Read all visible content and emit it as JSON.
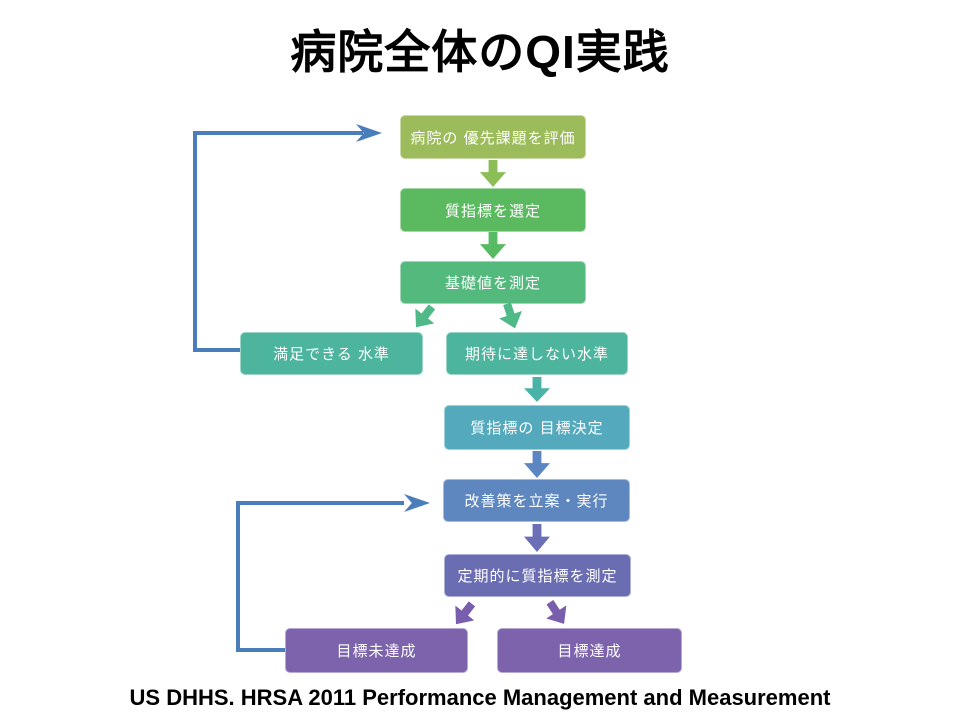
{
  "title": "病院全体のQI実践",
  "citation": "US DHHS. HRSA 2011 Performance Management and Measurement",
  "flowchart": {
    "nodes": [
      {
        "label": "病院の 優先課題を評価",
        "color": "#9CBC5C"
      },
      {
        "label": "質指標を選定",
        "color": "#5BBA5F"
      },
      {
        "label": "基礎値を測定",
        "color": "#53B97D"
      },
      {
        "label": "満足できる 水準",
        "color": "#4DB59D"
      },
      {
        "label": "期待に達しない水準",
        "color": "#4DB59D"
      },
      {
        "label": "質指標の 目標決定",
        "color": "#54A9BD"
      },
      {
        "label": "改善策を立案・実行",
        "color": "#5E86BF"
      },
      {
        "label": "定期的に質指標を測定",
        "color": "#6B6DB3"
      },
      {
        "label": "目標未達成",
        "color": "#7C63AC"
      },
      {
        "label": "目標達成",
        "color": "#7C63AC"
      }
    ],
    "connectors": [
      {
        "from": "病院の 優先課題を評価",
        "to": "質指標を選定",
        "direction": "down",
        "color": "#8BBE56"
      },
      {
        "from": "質指標を選定",
        "to": "基礎値を測定",
        "direction": "down",
        "color": "#57BB63"
      },
      {
        "from": "基礎値を測定",
        "to": "満足できる 水準",
        "direction": "down-left",
        "color": "#4FB987"
      },
      {
        "from": "基礎値を測定",
        "to": "期待に達しない水準",
        "direction": "down-right",
        "color": "#4FB987"
      },
      {
        "from": "期待に達しない水準",
        "to": "質指標の 目標決定",
        "direction": "down",
        "color": "#4AB3A7"
      },
      {
        "from": "質指標の 目標決定",
        "to": "改善策を立案・実行",
        "direction": "down",
        "color": "#5B86C2"
      },
      {
        "from": "改善策を立案・実行",
        "to": "定期的に質指標を測定",
        "direction": "down",
        "color": "#6A6FB8"
      },
      {
        "from": "定期的に質指標を測定",
        "to": "目標未達成",
        "direction": "down-left",
        "color": "#7A5EAE"
      },
      {
        "from": "定期的に質指標を測定",
        "to": "目標達成",
        "direction": "down-right",
        "color": "#7A5EAE"
      }
    ],
    "loops": [
      {
        "from": "満足できる 水準",
        "to": "病院の 優先課題を評価",
        "color": "#4A7EBB"
      },
      {
        "from": "目標未達成",
        "to": "改善策を立案・実行",
        "color": "#4A7EBB"
      }
    ]
  }
}
